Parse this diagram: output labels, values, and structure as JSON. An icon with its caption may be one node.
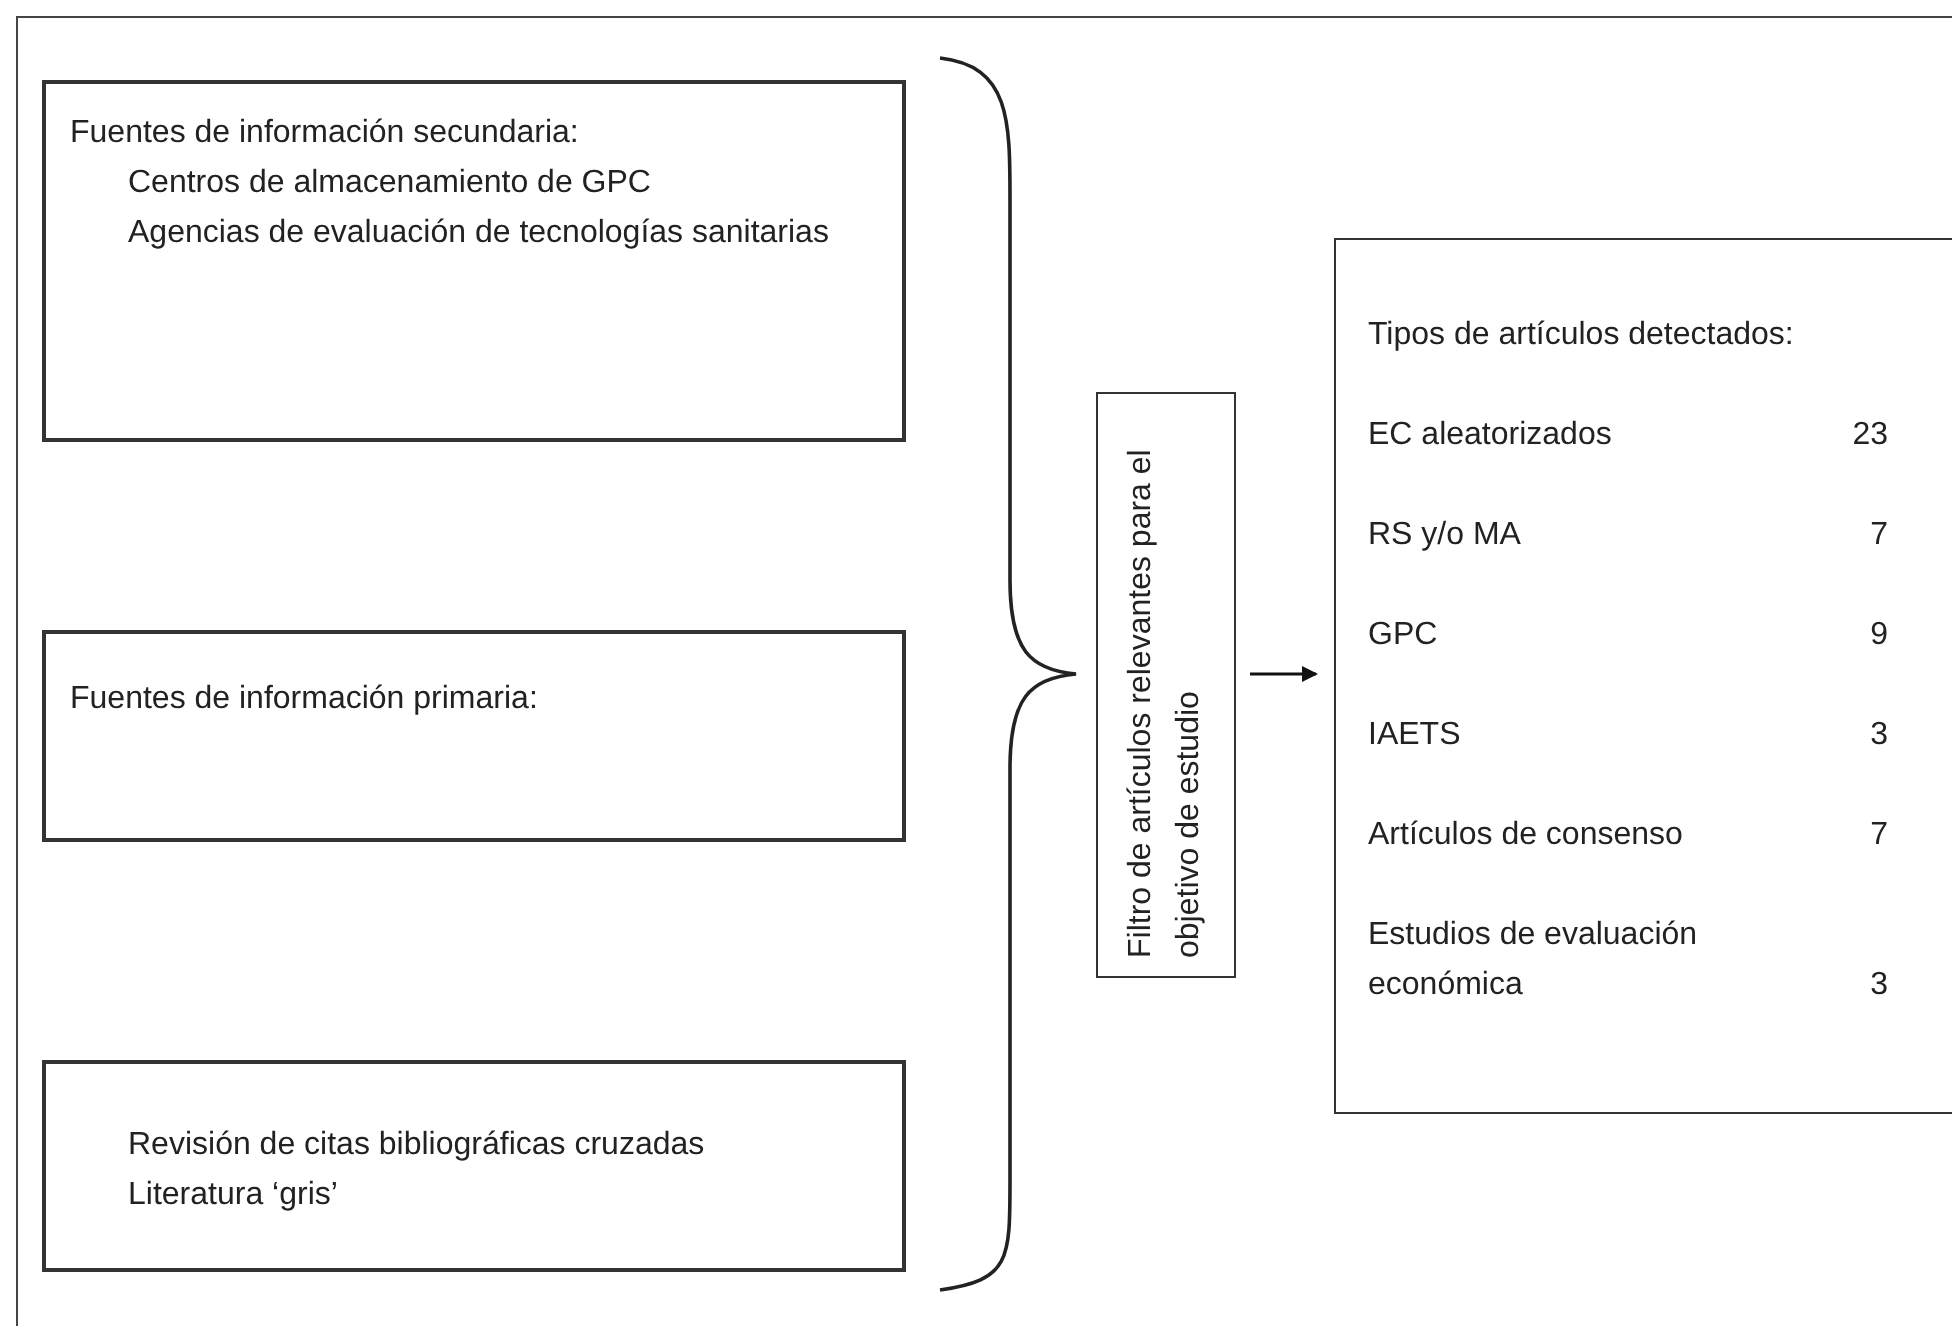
{
  "diagram": {
    "nodes": [
      {
        "text": [
          "Fuentes de información secundaria:",
          "Centros de almacenamiento de GPC",
          "Agencias de evaluación de tecnologías sanitarias"
        ]
      },
      {
        "text": [
          "Fuentes de información primaria:"
        ]
      },
      {
        "text": [
          "Revisión de citas bibliográficas cruzadas",
          "Literatura ‘gris’"
        ]
      },
      {
        "text": [
          "Filtro de artículos relevantes para el objetivo de estudio"
        ]
      },
      {
        "text": [
          "Tipos de artículos detectados:",
          "EC aleatorizados",
          "23",
          "RS y/o MA",
          "7",
          "GPC",
          "9",
          "IAETS",
          "3",
          "Artículos de consenso",
          "7",
          "Estudios de evaluación económica",
          "3"
        ]
      }
    ],
    "edges": [
      {
        "from": 3,
        "to": 4,
        "arrow": "to"
      }
    ]
  }
}
